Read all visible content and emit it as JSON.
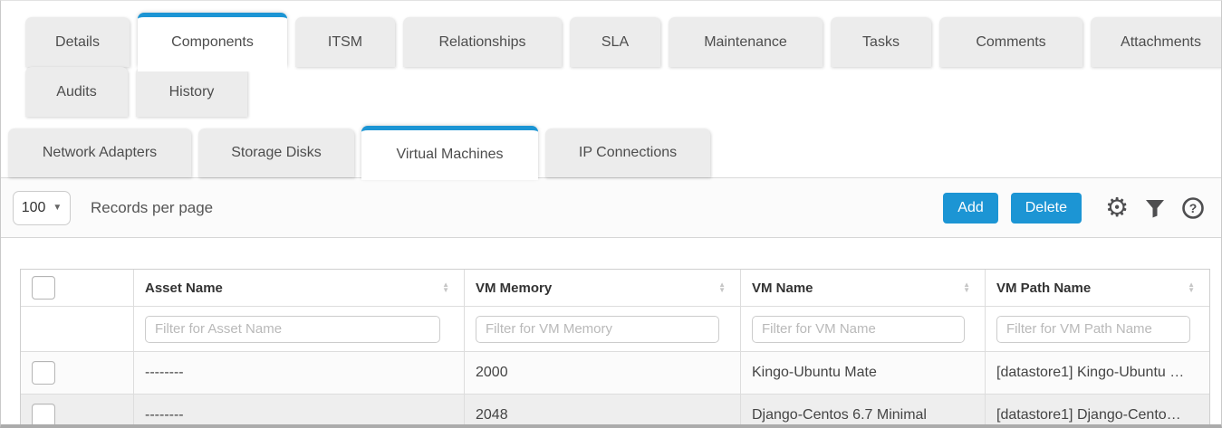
{
  "accent_color": "#1c95d4",
  "main_tabs": [
    {
      "label": "Details",
      "active": false
    },
    {
      "label": "Components",
      "active": true
    },
    {
      "label": "ITSM",
      "active": false
    },
    {
      "label": "Relationships",
      "active": false
    },
    {
      "label": "SLA",
      "active": false
    },
    {
      "label": "Maintenance",
      "active": false
    },
    {
      "label": "Tasks",
      "active": false
    },
    {
      "label": "Comments",
      "active": false
    },
    {
      "label": "Attachments",
      "active": false
    },
    {
      "label": "Audits",
      "active": false
    },
    {
      "label": "History",
      "active": false
    }
  ],
  "sub_tabs": [
    {
      "label": "Network Adapters",
      "active": false
    },
    {
      "label": "Storage Disks",
      "active": false
    },
    {
      "label": "Virtual Machines",
      "active": true
    },
    {
      "label": "IP Connections",
      "active": false
    }
  ],
  "toolbar": {
    "page_size_value": "100",
    "records_label": "Records per page",
    "add_label": "Add",
    "delete_label": "Delete",
    "icons": [
      {
        "name": "settings-gear-icon",
        "glyph": "⚙"
      },
      {
        "name": "filter-funnel-icon"
      },
      {
        "name": "help-question-icon",
        "glyph": "?"
      }
    ]
  },
  "table": {
    "columns": [
      {
        "label": "Asset Name",
        "filter_placeholder": "Filter for Asset Name"
      },
      {
        "label": "VM Memory",
        "filter_placeholder": "Filter for VM Memory"
      },
      {
        "label": "VM Name",
        "filter_placeholder": "Filter for VM Name"
      },
      {
        "label": "VM Path Name",
        "filter_placeholder": "Filter for VM Path Name"
      }
    ],
    "rows": [
      {
        "asset_name": "--------",
        "vm_memory": "2000",
        "vm_name": "Kingo-Ubuntu Mate",
        "vm_path_name": "[datastore1] Kingo-Ubuntu …"
      },
      {
        "asset_name": "--------",
        "vm_memory": "2048",
        "vm_name": "Django-Centos 6.7 Minimal",
        "vm_path_name": "[datastore1] Django-Cento…"
      }
    ]
  }
}
